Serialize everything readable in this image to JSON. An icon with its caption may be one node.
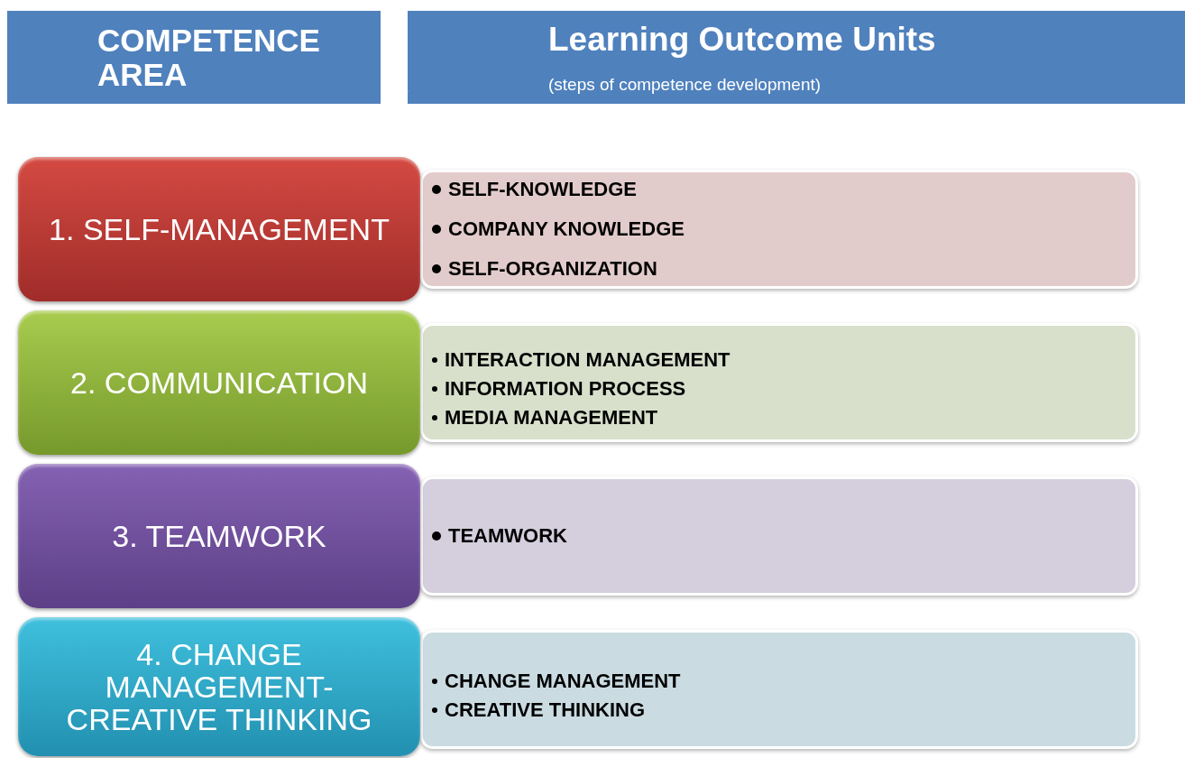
{
  "diagram": {
    "nodes": [
      {
        "text": [
          "COMPETENCE AREA"
        ]
      },
      {
        "text": [
          "Learning Outcome Units",
          "(steps of competence development)"
        ]
      },
      {
        "text": [
          "1. SELF-MANAGEMENT"
        ]
      },
      {
        "text": [
          "SELF-KNOWLEDGE",
          "COMPANY KNOWLEDGE",
          "SELF-ORGANIZATION"
        ]
      },
      {
        "text": [
          "2. COMMUNICATION"
        ]
      },
      {
        "text": [
          "INTERACTION MANAGEMENT",
          "INFORMATION PROCESS",
          "MEDIA MANAGEMENT"
        ]
      },
      {
        "text": [
          "3. TEAMWORK"
        ]
      },
      {
        "text": [
          "TEAMWORK"
        ]
      },
      {
        "text": [
          "4. CHANGE MANAGEMENT-CREATIVE THINKING"
        ]
      },
      {
        "text": [
          "CHANGE MANAGEMENT",
          "CREATIVE THINKING"
        ]
      }
    ],
    "edges": [
      {
        "from": 0,
        "to": 1,
        "arrow": "to"
      }
    ]
  }
}
